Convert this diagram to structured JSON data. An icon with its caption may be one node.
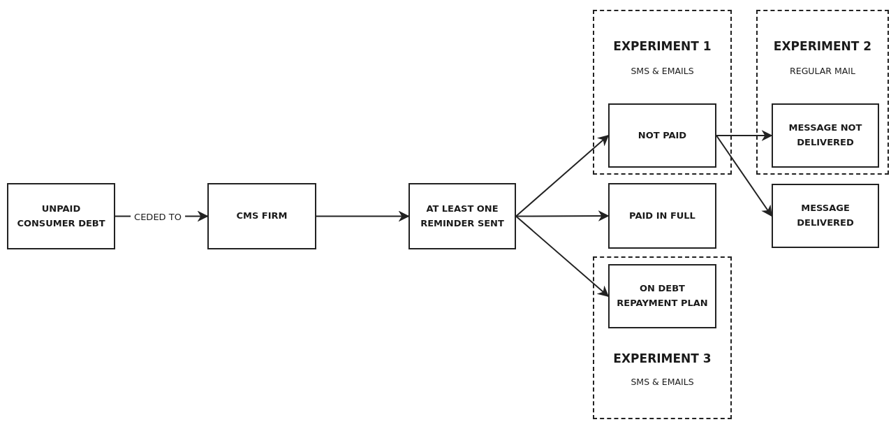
{
  "diagram": {
    "nodes": [
      {
        "text": [
          "UNPAID CONSUMER DEBT"
        ]
      },
      {
        "text": [
          "CMS FIRM"
        ]
      },
      {
        "text": [
          "AT LEAST ONE REMINDER SENT"
        ]
      },
      {
        "text": [
          "EXPERIMENT 1",
          "SMS & EMAILS"
        ]
      },
      {
        "text": [
          "NOT PAID"
        ],
        "in": 3
      },
      {
        "text": [
          "EXPERIMENT 2",
          "REGULAR MAIL"
        ]
      },
      {
        "text": [
          "MESSAGE NOT DELIVERED"
        ],
        "in": 5
      },
      {
        "text": [
          "PAID IN FULL"
        ]
      },
      {
        "text": [
          "MESSAGE DELIVERED"
        ]
      },
      {
        "text": [
          "EXPERIMENT 3",
          "SMS & EMAILS"
        ]
      },
      {
        "text": [
          "ON DEBT REPAYMENT PLAN"
        ],
        "in": 9
      }
    ],
    "edges": [
      {
        "from": 0,
        "to": 1,
        "arrow": "to",
        "label": "CEDED TO"
      },
      {
        "from": 1,
        "to": 2,
        "arrow": "to"
      },
      {
        "from": 2,
        "to": 4,
        "arrow": "to"
      },
      {
        "from": 2,
        "to": 7,
        "arrow": "to"
      },
      {
        "from": 2,
        "to": 10,
        "arrow": "to"
      },
      {
        "from": 4,
        "to": 6,
        "arrow": "to"
      },
      {
        "from": 4,
        "to": 8,
        "arrow": "to"
      }
    ]
  }
}
